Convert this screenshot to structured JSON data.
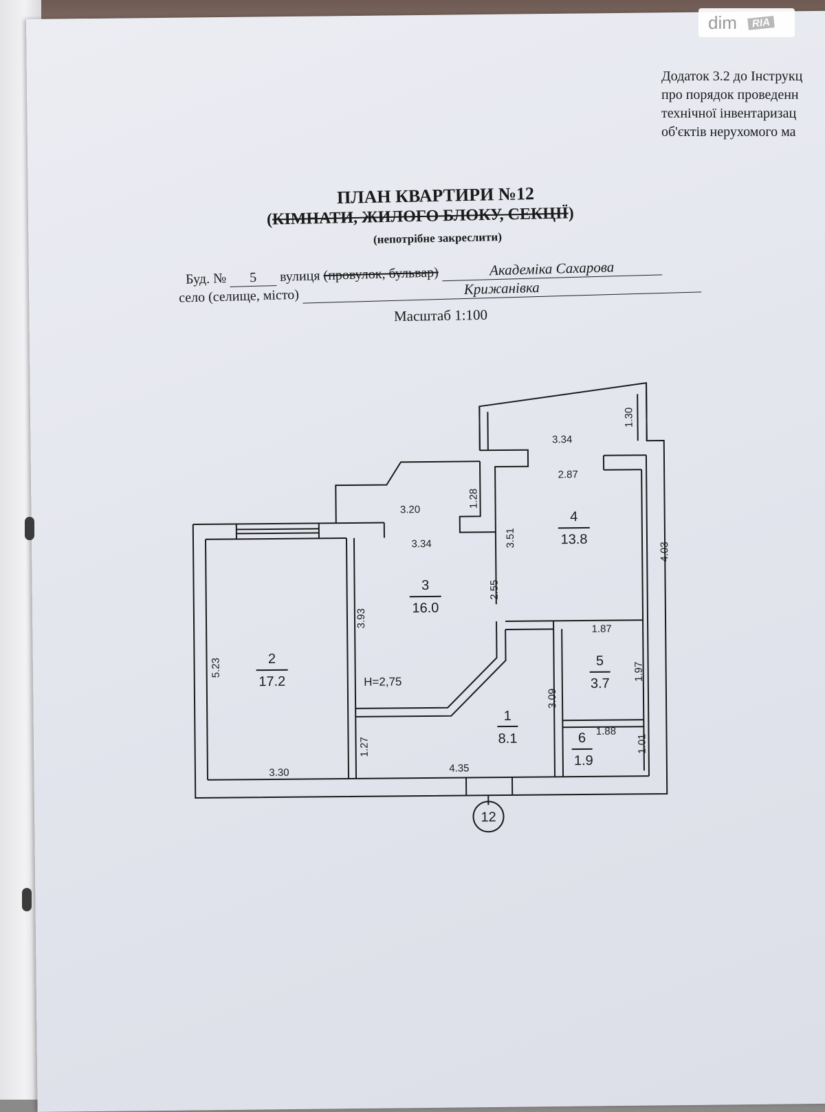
{
  "watermark": {
    "brand": "dim",
    "badge": "RIA"
  },
  "appendix": {
    "line1": "Додаток 3.2 до Інструкц",
    "line2": "про порядок проведенн",
    "line3": "технічної інвентаризац",
    "line4": "об'єктів нерухомого ма"
  },
  "heading": {
    "title": "ПЛАН КВАРТИРИ №12",
    "subtitle_open": "(",
    "subtitle_struck": "КІМНАТИ, ЖИЛОГО БЛОКУ, СЕКЦІЇ",
    "subtitle_close": ")",
    "note": "(непотрібне закреслити)"
  },
  "address": {
    "building_label": "Буд. №",
    "building_number": "5",
    "street_label": "вулиця",
    "street_struck": "(провулок, бульвар)",
    "street_value": "Академіка Сахарова",
    "city_label": "село (селище, місто)",
    "city_value": "Крижанівка"
  },
  "scale": "Масштаб 1:100",
  "floor_plan": {
    "ceiling_height": "H=2,75",
    "apartment_marker": "12",
    "rooms": [
      {
        "number": "1",
        "area": "8.1"
      },
      {
        "number": "2",
        "area": "17.2"
      },
      {
        "number": "3",
        "area": "16.0"
      },
      {
        "number": "4",
        "area": "13.8"
      },
      {
        "number": "5",
        "area": "3.7"
      },
      {
        "number": "6",
        "area": "1.9"
      }
    ],
    "dimensions": {
      "d_3_34_top": "3.34",
      "d_1_30": "1.30",
      "d_2_87": "2.87",
      "d_1_28": "1.28",
      "d_3_20": "3.20",
      "d_3_34_mid": "3.34",
      "d_3_51": "3.51",
      "d_4_03": "4.03",
      "d_2_55": "2.55",
      "d_3_93": "3.93",
      "d_5_23": "5.23",
      "d_1_87": "1.87",
      "d_1_97": "1.97",
      "d_3_09": "3.09",
      "d_1_27": "1.27",
      "d_1_88": "1.88",
      "d_1_01": "1.01",
      "d_3_30": "3.30",
      "d_4_35": "4.35"
    }
  }
}
